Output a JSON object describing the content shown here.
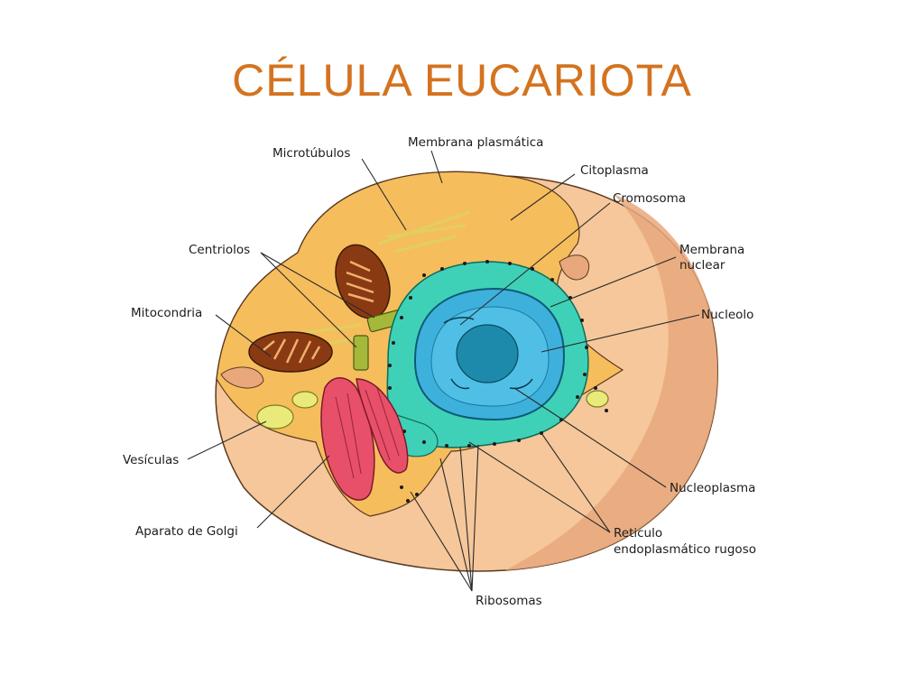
{
  "title": "CÉLULA EUCARIOTA",
  "labels": {
    "microtubulos": "Microtúbulos",
    "membrana_plasmatica": "Membrana plasmática",
    "citoplasma": "Citoplasma",
    "cromosoma": "Cromosoma",
    "membrana_nuclear_1": "Membrana",
    "membrana_nuclear_2": "nuclear",
    "centriolos": "Centriolos",
    "mitocondria": "Mitocondria",
    "nucleolo": "Nucleolo",
    "vesiculas": "Vesículas",
    "nucleoplasma": "Nucleoplasma",
    "aparato_golgi": "Aparato de Golgi",
    "reticulo_1": "Reticulo",
    "reticulo_2": "endoplasmático rugoso",
    "ribosomas": "Ribosomas"
  },
  "colors": {
    "title": "#d4731f",
    "cytoplasm": "#f6bd5c",
    "cell_outer": "#f5c79a",
    "cell_shadow": "#e8a87c",
    "mitochondria": "#8a3a12",
    "golgi": "#e8506a",
    "rough_er": "#3fd1b7",
    "nucleus": "#3eb0dc",
    "nucleolus": "#1d8aab",
    "vesicle": "#eaea7a",
    "centriole": "#a5b83a"
  }
}
